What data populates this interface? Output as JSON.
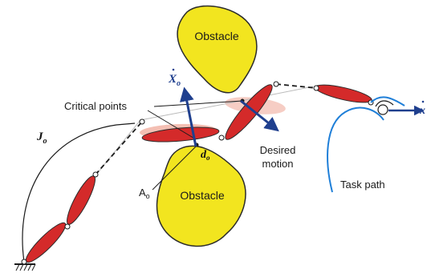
{
  "labels": {
    "obstacle_top": "Obstacle",
    "obstacle_bottom": "Obstacle",
    "critical_points": "Critical points",
    "desired_motion_line1": "Desired",
    "desired_motion_line2": "motion",
    "task_path": "Task path",
    "joint": "J",
    "joint_sub": "o",
    "point": "A",
    "point_sub": "o",
    "distance": "d",
    "distance_sub": "o",
    "velocity": "X",
    "velocity_sub": "o",
    "effector_velocity": "x"
  },
  "colors": {
    "obstacle_fill": "#f2e51f",
    "obstacle_stroke": "#2b2b2b",
    "link_fill": "#d42a2a",
    "link_stroke": "#2b2b2b",
    "highlight": "#efa493",
    "arrow": "#1f3f8e",
    "task_path": "#1f7fd8"
  }
}
